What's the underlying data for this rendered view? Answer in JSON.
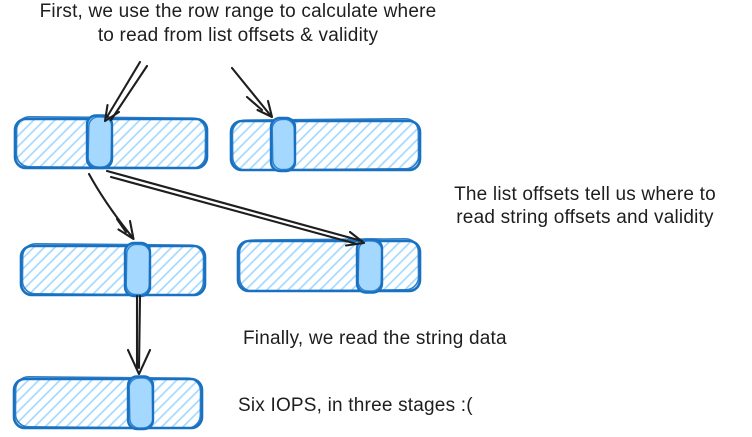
{
  "figure": {
    "kind": "hand-drawn diagram",
    "rows": [
      {
        "stage": 1,
        "buffer_count": 2,
        "highlighted_segment_per_buffer": 1
      },
      {
        "stage": 2,
        "buffer_count": 2,
        "highlighted_segment_per_buffer": 1
      },
      {
        "stage": 3,
        "buffer_count": 1,
        "highlighted_segment_per_buffer": 1
      }
    ],
    "arrow_count": 5
  },
  "labels": {
    "step1_line1": "First, we use the row range to calculate where",
    "step1_line2": "to read from list offsets & validity",
    "step2_line1": "The list offsets tell us where to",
    "step2_line2": "read string offsets and validity",
    "step3": "Finally, we read the string data",
    "summary": "Six IOPS, in three stages :("
  },
  "colors": {
    "stroke_blue": "#1971c2",
    "fill_blue": "#a5d8ff",
    "ink": "#1e1e1e",
    "background": "#ffffff"
  }
}
